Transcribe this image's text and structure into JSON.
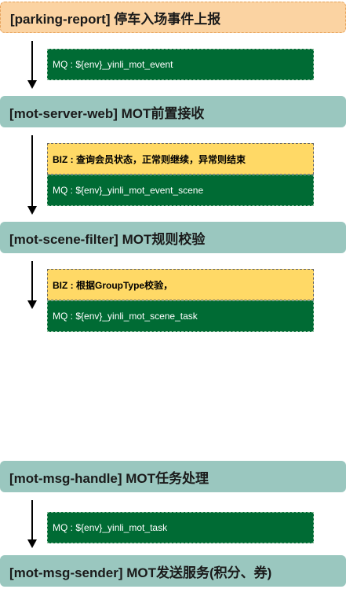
{
  "stages": {
    "parking_report": "[parking-report] 停车入场事件上报",
    "mot_server_web": "[mot-server-web] MOT前置接收",
    "mot_scene_filter": "[mot-scene-filter] MOT规则校验",
    "mot_msg_handle": "[mot-msg-handle] MOT任务处理",
    "mot_msg_sender": "[mot-msg-sender] MOT发送服务(积分、券)"
  },
  "boxes": {
    "mq_event": "MQ : ${env}_yinli_mot_event",
    "biz_member_status": "BIZ : 查询会员状态，正常则继续，异常则结束",
    "mq_event_scene": "MQ : ${env}_yinli_mot_event_scene",
    "biz_group_type": "BIZ : 根据GroupType校验，",
    "mq_scene_task": "MQ : ${env}_yinli_mot_scene_task",
    "mq_task": "MQ : ${env}_yinli_mot_task"
  },
  "colors": {
    "stage_fill": "#9ac7bf",
    "source_fill": "#fbd3a2",
    "mq_fill": "#006b34",
    "biz_fill": "#ffd966"
  }
}
